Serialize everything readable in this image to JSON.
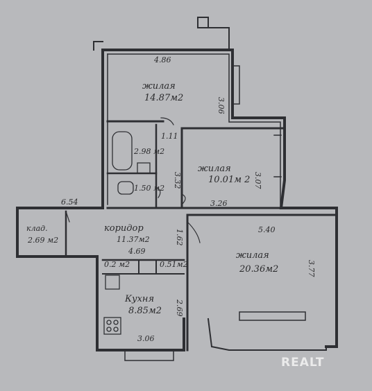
{
  "rooms": [
    {
      "id": "living-1",
      "label": "жилая",
      "area": "14.87м2"
    },
    {
      "id": "living-2",
      "label": "жилая",
      "area": "10.01м 2"
    },
    {
      "id": "living-3",
      "label": "жилая",
      "area": "20.36м2"
    },
    {
      "id": "bath",
      "label": "",
      "area": "2.98 м2"
    },
    {
      "id": "wc",
      "label": "",
      "area": "1.50 м2"
    },
    {
      "id": "storage",
      "label": "клад.",
      "area": "2.69 м2"
    },
    {
      "id": "corridor",
      "label": "коридор",
      "area": "11.37м2"
    },
    {
      "id": "kitchen",
      "label": "Кухня",
      "area": "8.85м2"
    },
    {
      "id": "closet-1",
      "label": "",
      "area": "0.2 м2"
    },
    {
      "id": "closet-2",
      "label": "",
      "area": "0.51м2"
    }
  ],
  "dimensions": {
    "d_486": "4.86",
    "d_306a": "3.06",
    "d_111": "1.11",
    "d_307": "3.07",
    "d_332": "3.32",
    "d_326": "3.26",
    "d_654": "6.54",
    "d_540": "5.40",
    "d_162": "1.62",
    "d_469": "4.69",
    "d_377": "3.77",
    "d_269": "2.69",
    "d_306b": "3.06"
  },
  "watermark": "REALT"
}
